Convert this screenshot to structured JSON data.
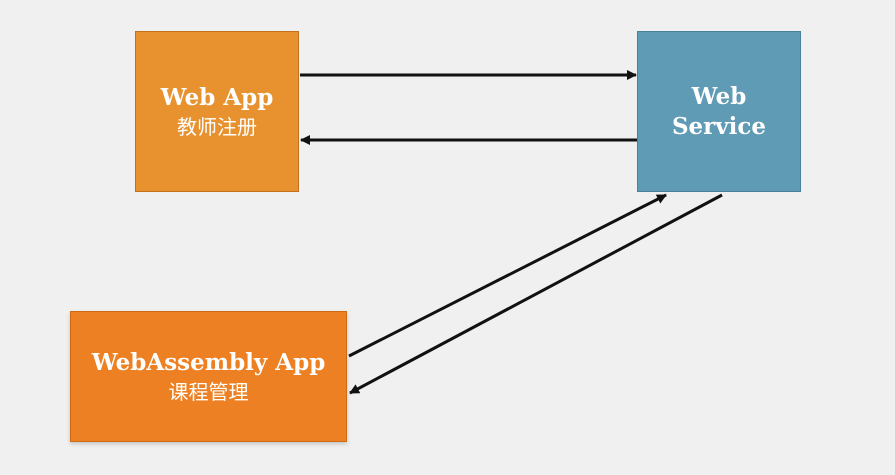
{
  "nodes": {
    "webapp": {
      "title": "Web App",
      "subtitle": "教师注册",
      "color": "#e8922f"
    },
    "service": {
      "title_line1": "Web",
      "title_line2": "Service",
      "color": "#5f9bb5"
    },
    "wasm": {
      "title": "WebAssembly App",
      "subtitle": "课程管理",
      "color": "#ec8022"
    }
  },
  "edges": [
    {
      "from": "webapp",
      "to": "service"
    },
    {
      "from": "service",
      "to": "webapp"
    },
    {
      "from": "wasm",
      "to": "service"
    },
    {
      "from": "service",
      "to": "wasm"
    }
  ]
}
